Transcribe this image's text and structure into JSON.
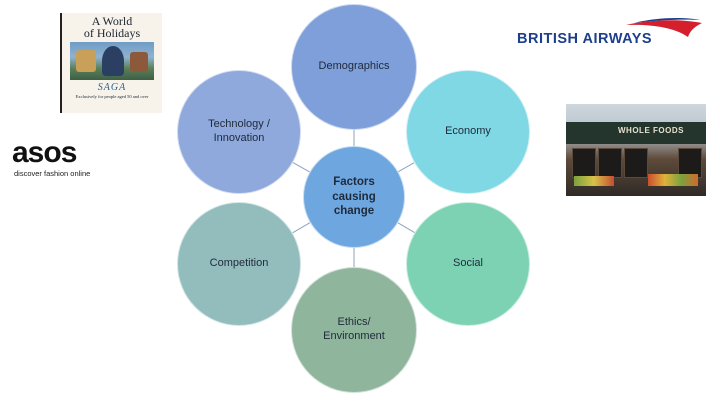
{
  "diagram": {
    "center": {
      "label": "Factors\ncausing\nchange",
      "color": "#6ea7e0"
    },
    "nodes": [
      {
        "label": "Demographics",
        "color": "#7e9fd9"
      },
      {
        "label": "Economy",
        "color": "#7fd8e4"
      },
      {
        "label": "Social",
        "color": "#7ed2b4"
      },
      {
        "label": "Ethics/\nEnvironment",
        "color": "#8fb59c"
      },
      {
        "label": "Competition",
        "color": "#93bdbd"
      },
      {
        "label": "Technology /\nInnovation",
        "color": "#8fa9dc"
      }
    ],
    "connector_color": "#8aa4c0"
  },
  "logos": {
    "saga": {
      "title": "A World\nof Holidays",
      "brand": "SAGA",
      "tagline": "Exclusively for people aged 50 and over"
    },
    "asos": {
      "word": "asos",
      "tagline": "discover fashion online"
    },
    "british_airways": {
      "word": "BRITISH AIRWAYS",
      "stripe_red": "#d4202c",
      "stripe_blue": "#1d3f8c"
    },
    "whole_foods": {
      "sign": "WHOLE FOODS"
    }
  }
}
